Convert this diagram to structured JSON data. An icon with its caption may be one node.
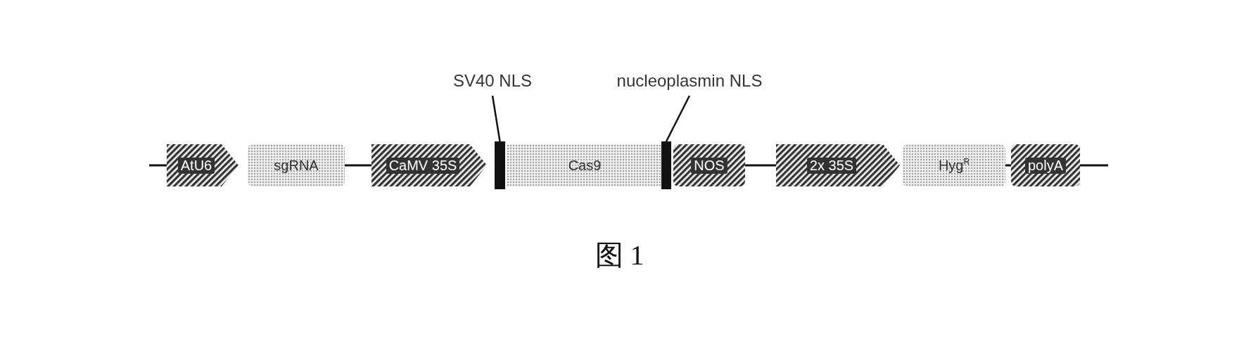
{
  "diagram": {
    "caption": "图 1",
    "nodes": [
      {
        "text": [
          "SV40 NLS"
        ]
      },
      {
        "text": [
          "nucleoplasmin NLS"
        ]
      },
      {
        "text": [
          "AtU6"
        ]
      },
      {
        "text": [
          "sgRNA"
        ]
      },
      {
        "text": [
          "CaMV 35S"
        ]
      },
      {
        "text": [],
        "shape": "bar"
      },
      {
        "text": [
          "Cas9"
        ]
      },
      {
        "text": [],
        "shape": "bar"
      },
      {
        "text": [
          "NOS"
        ]
      },
      {
        "text": [
          "2x 35S"
        ]
      },
      {
        "text": [
          "Hyg$^{R}$"
        ]
      },
      {
        "text": [
          "polyA"
        ]
      }
    ],
    "edges": [
      {
        "from": 0,
        "to": 5,
        "arrow": "none"
      },
      {
        "from": 1,
        "to": 7,
        "arrow": "none"
      },
      {
        "from": null,
        "to": 2,
        "arrow": "none"
      },
      {
        "from": 3,
        "to": 4,
        "arrow": "none"
      },
      {
        "from": 8,
        "to": 9,
        "arrow": "none"
      },
      {
        "from": 10,
        "to": 11,
        "arrow": "none"
      },
      {
        "from": 11,
        "to": null,
        "arrow": "none"
      }
    ]
  }
}
